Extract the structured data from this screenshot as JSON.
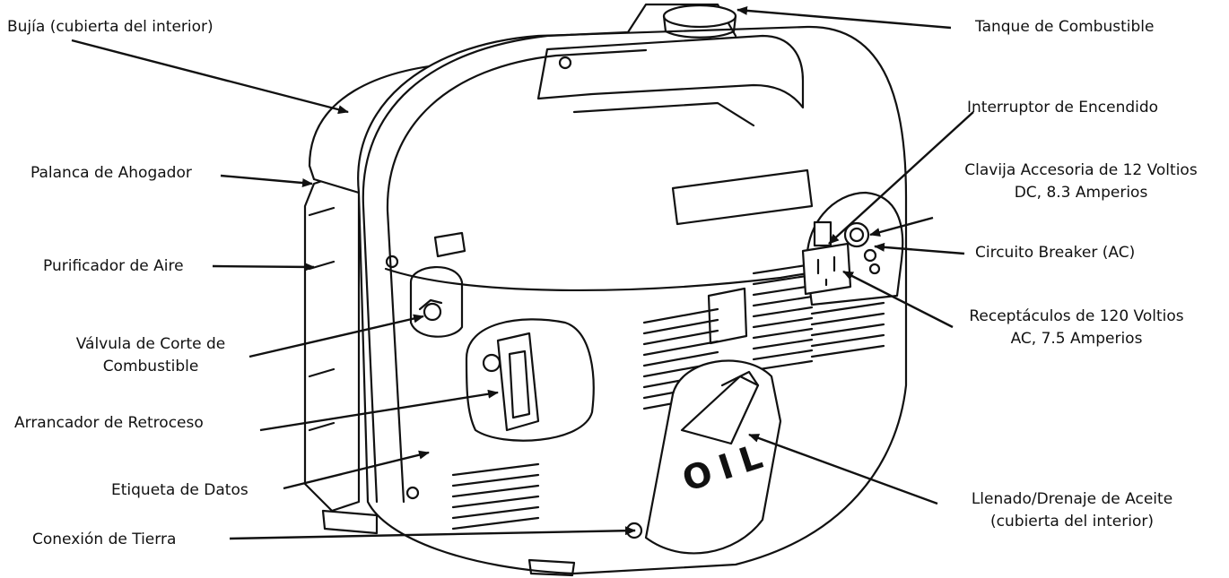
{
  "labels": {
    "spark_plug": "Bujía (cubierta del interior)",
    "choke": "Palanca de Ahogador",
    "air_cleaner": "Purificador de Aire",
    "fuel_valve_1": "Válvula de Corte de",
    "fuel_valve_2": "Combustible",
    "recoil": "Arrancador de Retroceso",
    "data_label": "Etiqueta de Datos",
    "ground": "Conexión de Tierra",
    "fuel_tank": "Tanque de Combustible",
    "switch": "Interruptor de Encendido",
    "dc_1": "Clavija Accesoria de 12 Voltios",
    "dc_2": "DC, 8.3 Amperios",
    "breaker": "Circuito Breaker (AC)",
    "ac_1": "Receptáculos de 120 Voltios",
    "ac_2": "AC, 7.5 Amperios",
    "oil_1": "Llenado/Drenaje de Aceite",
    "oil_2": "(cubierta del interior)",
    "oil_stamp": "OIL"
  }
}
